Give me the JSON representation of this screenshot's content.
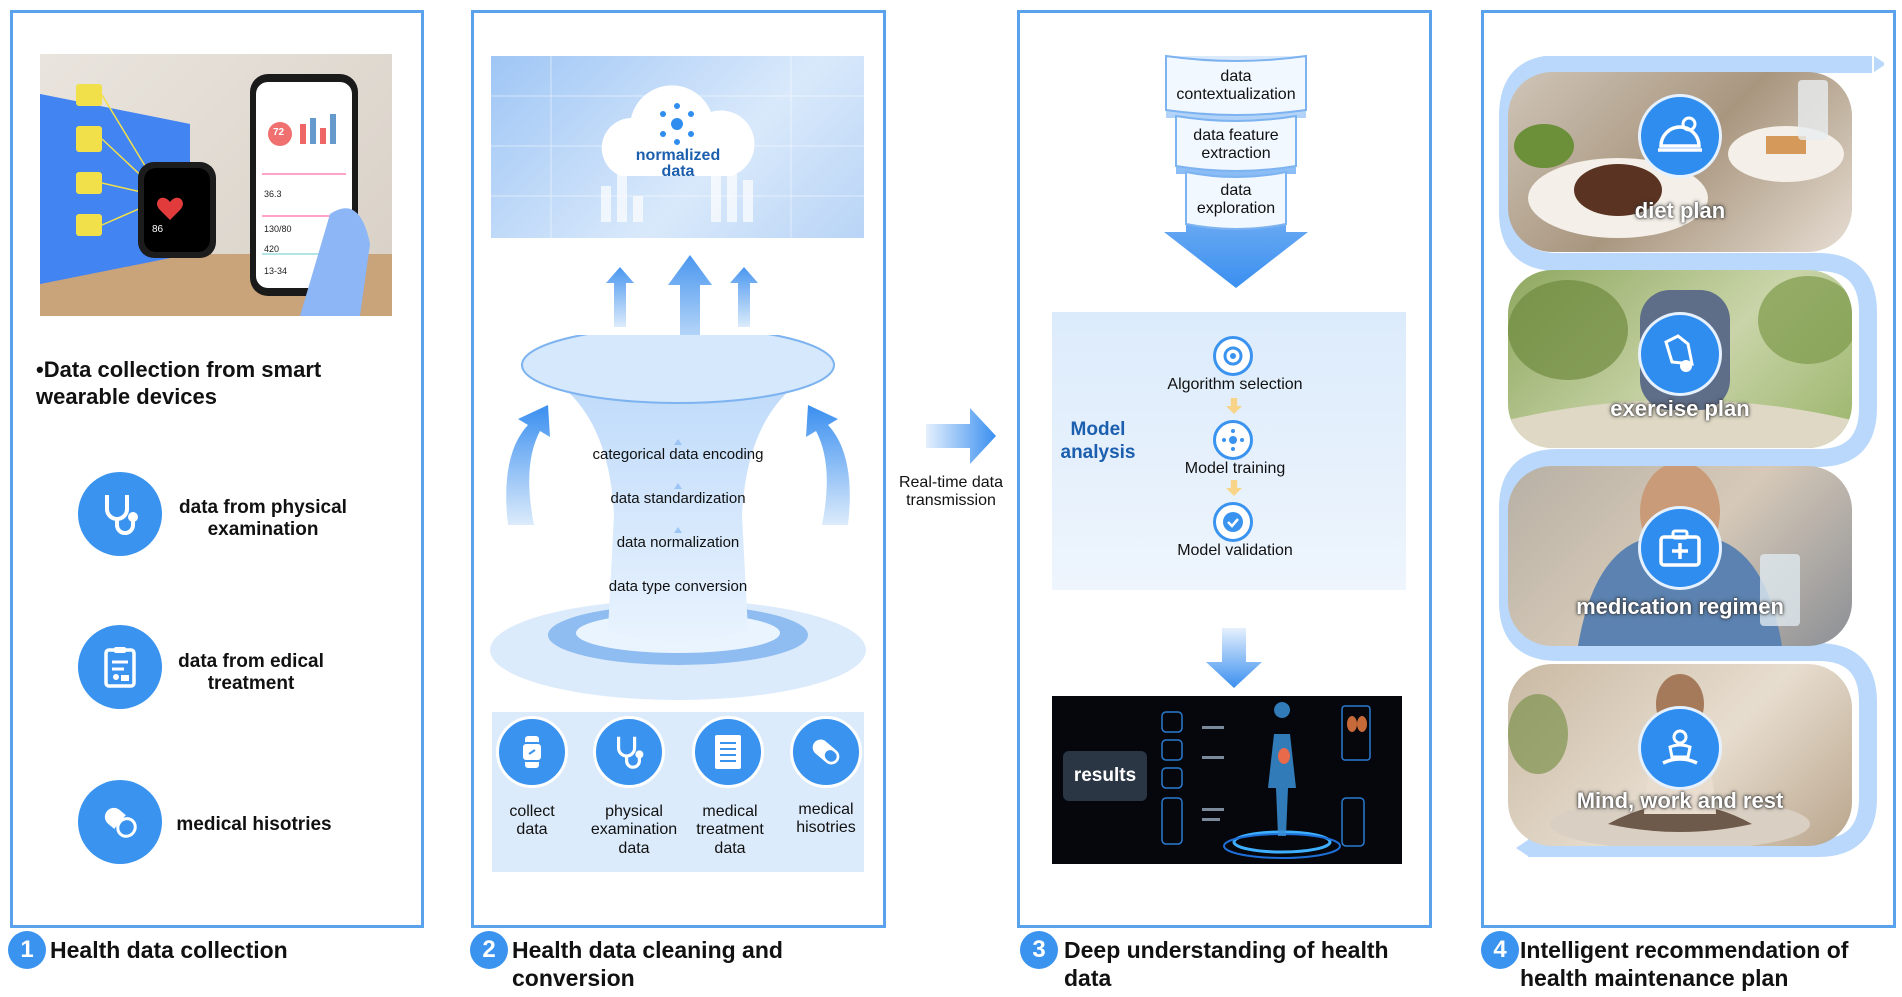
{
  "panel1": {
    "bullet": "•Data collection from smart wearable devices",
    "phone": {
      "reading1": "72",
      "reading2": "36.3",
      "reading3": "130/80",
      "reading4": "420",
      "reading5": "13-34",
      "watch_bpm": "86"
    },
    "sources": [
      {
        "label": "data from physical examination",
        "icon": "stethoscope-icon"
      },
      {
        "label": "data from edical treatment",
        "icon": "clipboard-icon"
      },
      {
        "label": "medical hisotries",
        "icon": "pill-icon"
      }
    ],
    "step_number": "1",
    "caption": "Health data collection"
  },
  "panel2": {
    "cloud_label": "normalized data",
    "funnel_steps": [
      "categorical data encoding",
      "data standardization",
      "data normalization",
      "data type conversion"
    ],
    "inputs": [
      {
        "label": "collect data",
        "icon": "watch-icon"
      },
      {
        "label": "physical examination data",
        "icon": "stethoscope-icon"
      },
      {
        "label": "medical treatment data",
        "icon": "document-icon"
      },
      {
        "label": "medical hisotries",
        "icon": "pill-icon"
      }
    ],
    "step_number": "2",
    "caption": "Health data cleaning and conversion"
  },
  "transmission_label": "Real-time data transmission",
  "panel3": {
    "funnel_steps": [
      "data contextualization",
      "data feature extraction",
      "data exploration"
    ],
    "model_title": "Model analysis",
    "model_steps": [
      {
        "label": "Algorithm selection",
        "icon": "algorithm-icon"
      },
      {
        "label": "Model training",
        "icon": "network-icon"
      },
      {
        "label": "Model validation",
        "icon": "check-icon"
      }
    ],
    "results_label": "results",
    "step_number": "3",
    "caption": "Deep understanding of health data"
  },
  "panel4": {
    "plans": [
      {
        "label": "diet plan",
        "icon": "diet-icon"
      },
      {
        "label": "exercise plan",
        "icon": "shuttlecock-icon"
      },
      {
        "label": "medication regimen",
        "icon": "medical-kit-icon"
      },
      {
        "label": "Mind, work and rest",
        "icon": "meditation-icon"
      }
    ],
    "step_number": "4",
    "caption": "Intelligent recommendation of health maintenance plan"
  },
  "colors": {
    "accent": "#3a93ef",
    "border": "#5aa3ec",
    "light": "#dcebfb",
    "title_blue": "#1b5fae"
  }
}
